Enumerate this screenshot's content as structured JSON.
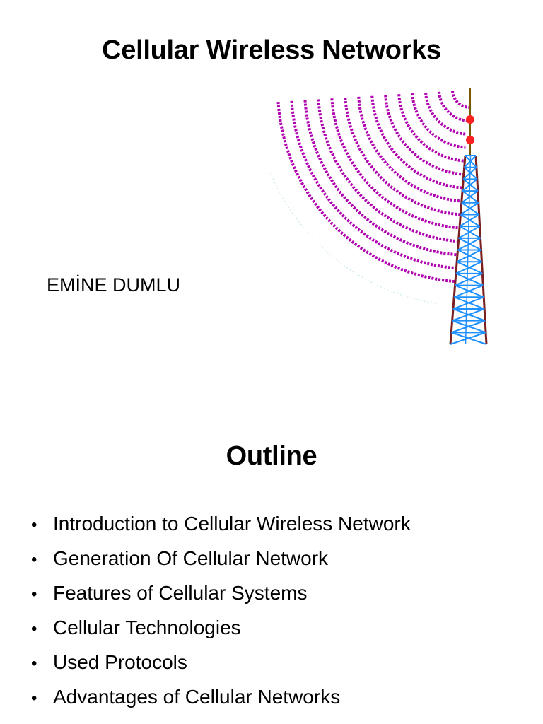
{
  "slide1": {
    "title": "Cellular Wireless Networks",
    "author": "EMİNE DUMLU",
    "colors": {
      "waves": "#b000b0",
      "tower": "#1e90ff",
      "tower_edge": "#7a2020",
      "antenna_dots": "#ff2020",
      "mast": "#7a5a00"
    }
  },
  "slide2": {
    "title": "Outline",
    "bullet_glyph": "•",
    "items": [
      "Introduction to Cellular Wireless Network",
      "Generation Of Cellular Network",
      "Features of Cellular Systems",
      "Cellular Technologies",
      "Used Protocols",
      "Advantages of Cellular Networks"
    ]
  }
}
